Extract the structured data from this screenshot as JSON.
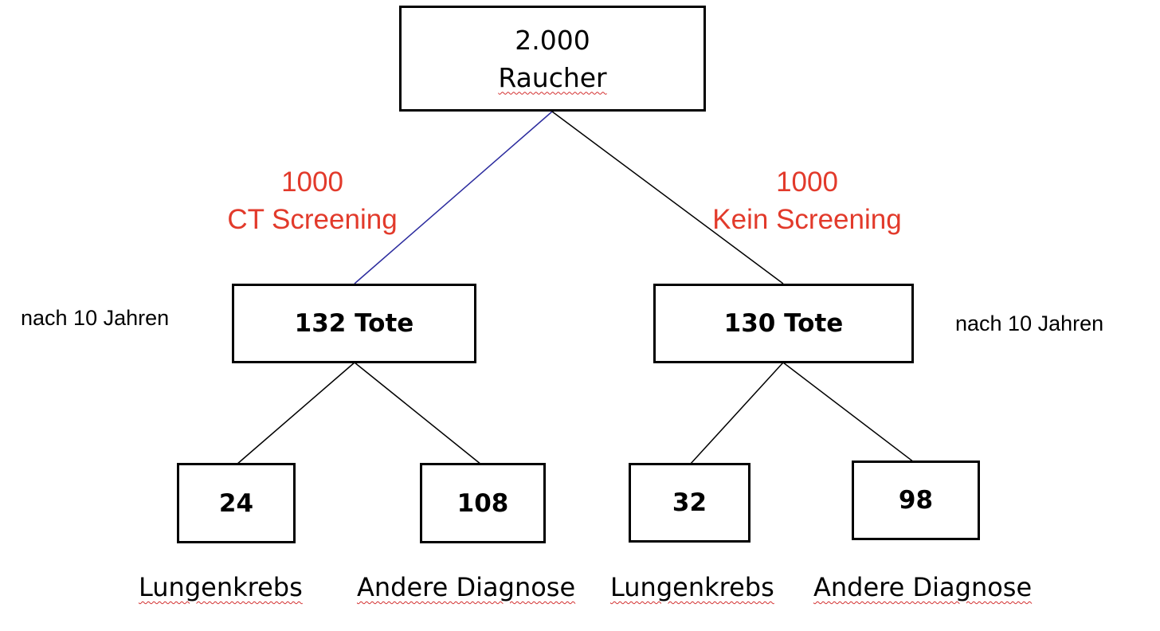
{
  "root": {
    "count": "2.000",
    "label": "Raucher"
  },
  "branches": {
    "left": {
      "count": "1000",
      "label": "CT Screening"
    },
    "right": {
      "count": "1000",
      "label": "Kein Screening"
    }
  },
  "outcomes": {
    "left": {
      "deaths": "132 Tote",
      "period": "nach 10 Jahren",
      "lung_cancer_count": "24",
      "lung_cancer_label": "Lungenkrebs",
      "other_count": "108",
      "other_label": "Andere Diagnose"
    },
    "right": {
      "deaths": "130 Tote",
      "period": "nach 10 Jahren",
      "lung_cancer_count": "32",
      "lung_cancer_label": "Lungenkrebs",
      "other_count": "98",
      "other_label": "Andere Diagnose"
    }
  },
  "colors": {
    "branch_text": "#e23a2b",
    "left_connector": "#2b2b9e",
    "connector": "#000000",
    "box_border": "#000000"
  }
}
